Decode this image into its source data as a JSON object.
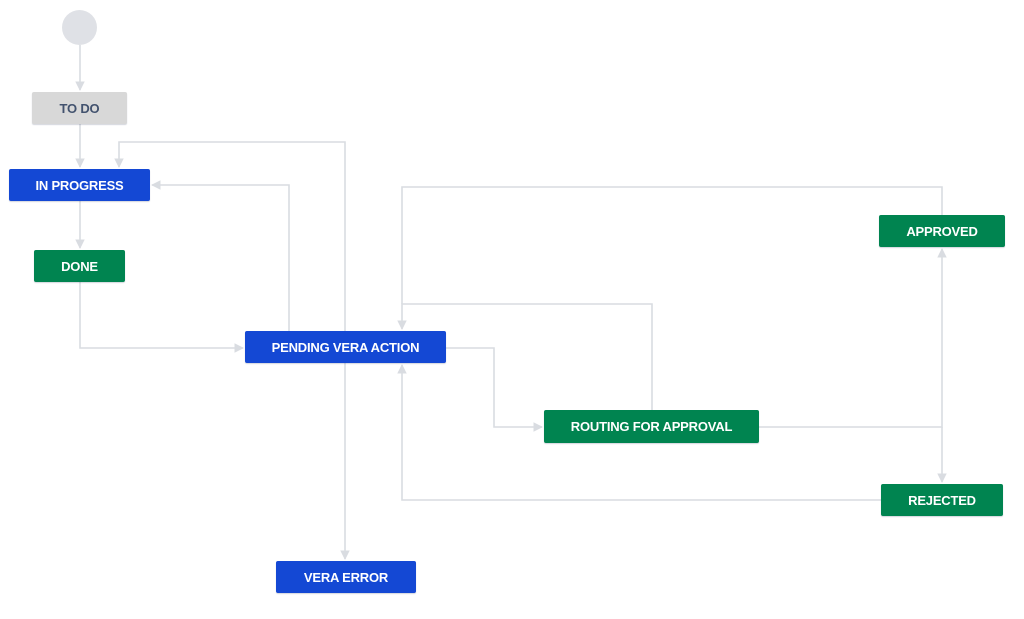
{
  "colors": {
    "todo": "#d8d8d8",
    "in_progress": "#1448d4",
    "done": "#008450",
    "edge": "#d9dce1",
    "start": "#dfe1e6"
  },
  "statuses": {
    "todo": {
      "label": "TO DO",
      "category": "todo"
    },
    "in_progress": {
      "label": "IN PROGRESS",
      "category": "inprogress"
    },
    "done": {
      "label": "DONE",
      "category": "done"
    },
    "pending": {
      "label": "PENDING VERA ACTION",
      "category": "inprogress"
    },
    "routing": {
      "label": "ROUTING FOR APPROVAL",
      "category": "done"
    },
    "approved": {
      "label": "APPROVED",
      "category": "done"
    },
    "rejected": {
      "label": "REJECTED",
      "category": "done"
    },
    "vera_error": {
      "label": "VERA ERROR",
      "category": "inprogress"
    }
  },
  "transitions": [
    {
      "from": "start",
      "to": "todo"
    },
    {
      "from": "todo",
      "to": "in_progress"
    },
    {
      "from": "in_progress",
      "to": "done"
    },
    {
      "from": "done",
      "to": "pending"
    },
    {
      "from": "pending",
      "to": "in_progress"
    },
    {
      "from": "pending",
      "to": "in_progress"
    },
    {
      "from": "pending",
      "to": "routing"
    },
    {
      "from": "pending",
      "to": "vera_error"
    },
    {
      "from": "routing",
      "to": "approved"
    },
    {
      "from": "routing",
      "to": "rejected"
    },
    {
      "from": "routing",
      "to": "pending"
    },
    {
      "from": "approved",
      "to": "pending"
    },
    {
      "from": "rejected",
      "to": "pending"
    }
  ]
}
